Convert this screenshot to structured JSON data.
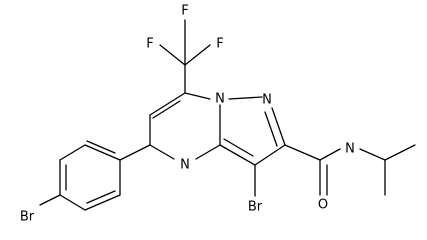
{
  "molecule": {
    "atom_labels": {
      "f_top": "F",
      "f_left": "F",
      "f_right": "F",
      "n_bridge": "N",
      "n_ring": "N",
      "n_pyrimidine": "N",
      "n_amide": "N",
      "o_carbonyl": "O",
      "br_ring": "Br",
      "br_phenyl": "Br"
    },
    "colors": {
      "bond": "#000000",
      "label": "#000000",
      "background": "#ffffff"
    }
  }
}
